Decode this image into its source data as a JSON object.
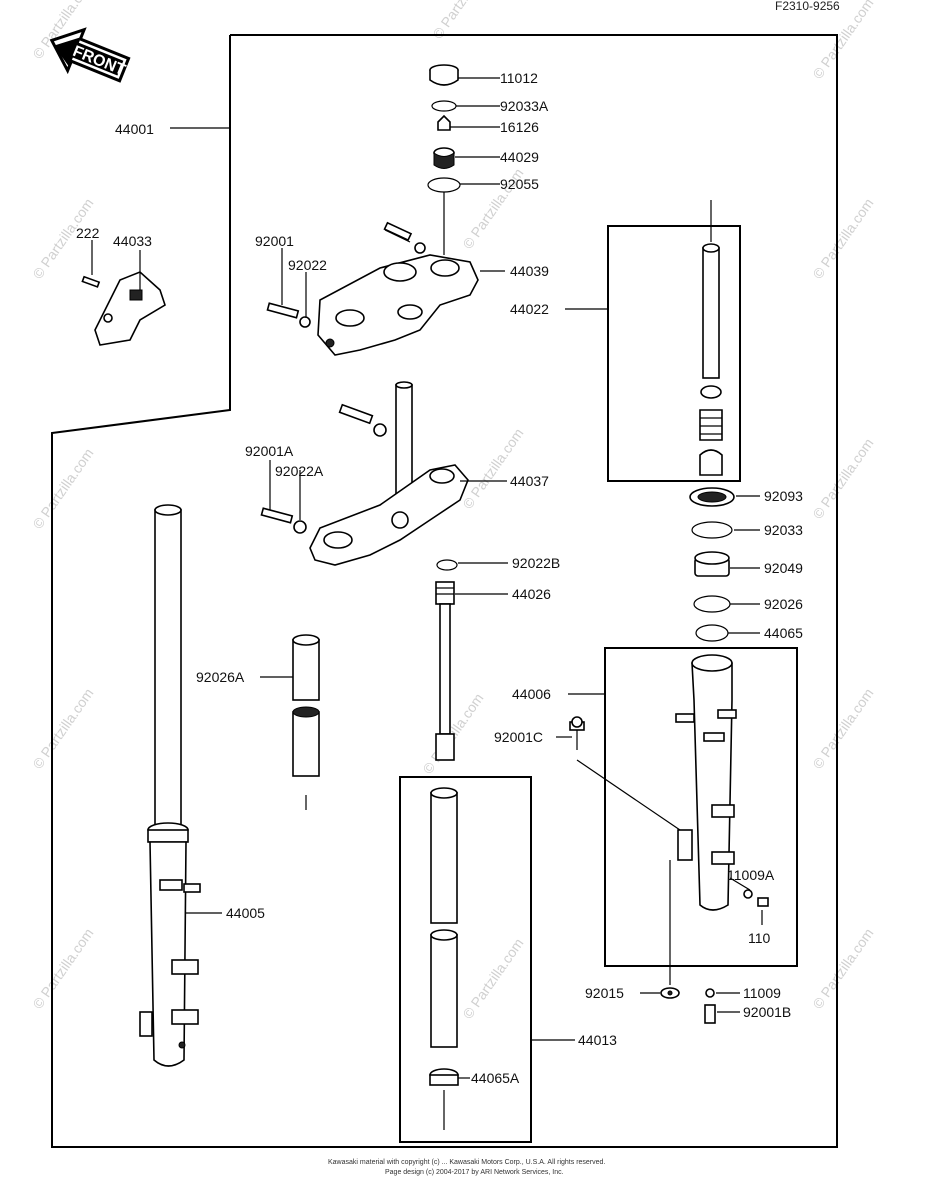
{
  "diagram_ref": "F2310-9256",
  "front_label": "FRONT",
  "watermark": "© Partzilla.com",
  "copyright_lines": [
    "Kawasaki material with copyright (c) ... Kawasaki Motors Corp., U.S.A. All rights reserved.",
    "Page design (c) 2004-2017 by ARI Network Services, Inc."
  ],
  "labels": {
    "p11012": "11012",
    "p92033A": "92033A",
    "p16126": "16126",
    "p44029": "44029",
    "p92055": "92055",
    "p44001": "44001",
    "p222": "222",
    "p44033": "44033",
    "p92001": "92001",
    "p92022": "92022",
    "p44039": "44039",
    "p44022": "44022",
    "p92001A": "92001A",
    "p92022A": "92022A",
    "p44037": "44037",
    "p92093": "92093",
    "p92033": "92033",
    "p92022B": "92022B",
    "p92049": "92049",
    "p44026": "44026",
    "p92026": "92026",
    "p44065": "44065",
    "p92026A": "92026A",
    "p44006": "44006",
    "p92001C": "92001C",
    "p11009A": "11009A",
    "p44005": "44005",
    "p110": "110",
    "p92015": "92015",
    "p11009": "11009",
    "p92001B": "92001B",
    "p44013": "44013",
    "p44065A": "44065A"
  }
}
